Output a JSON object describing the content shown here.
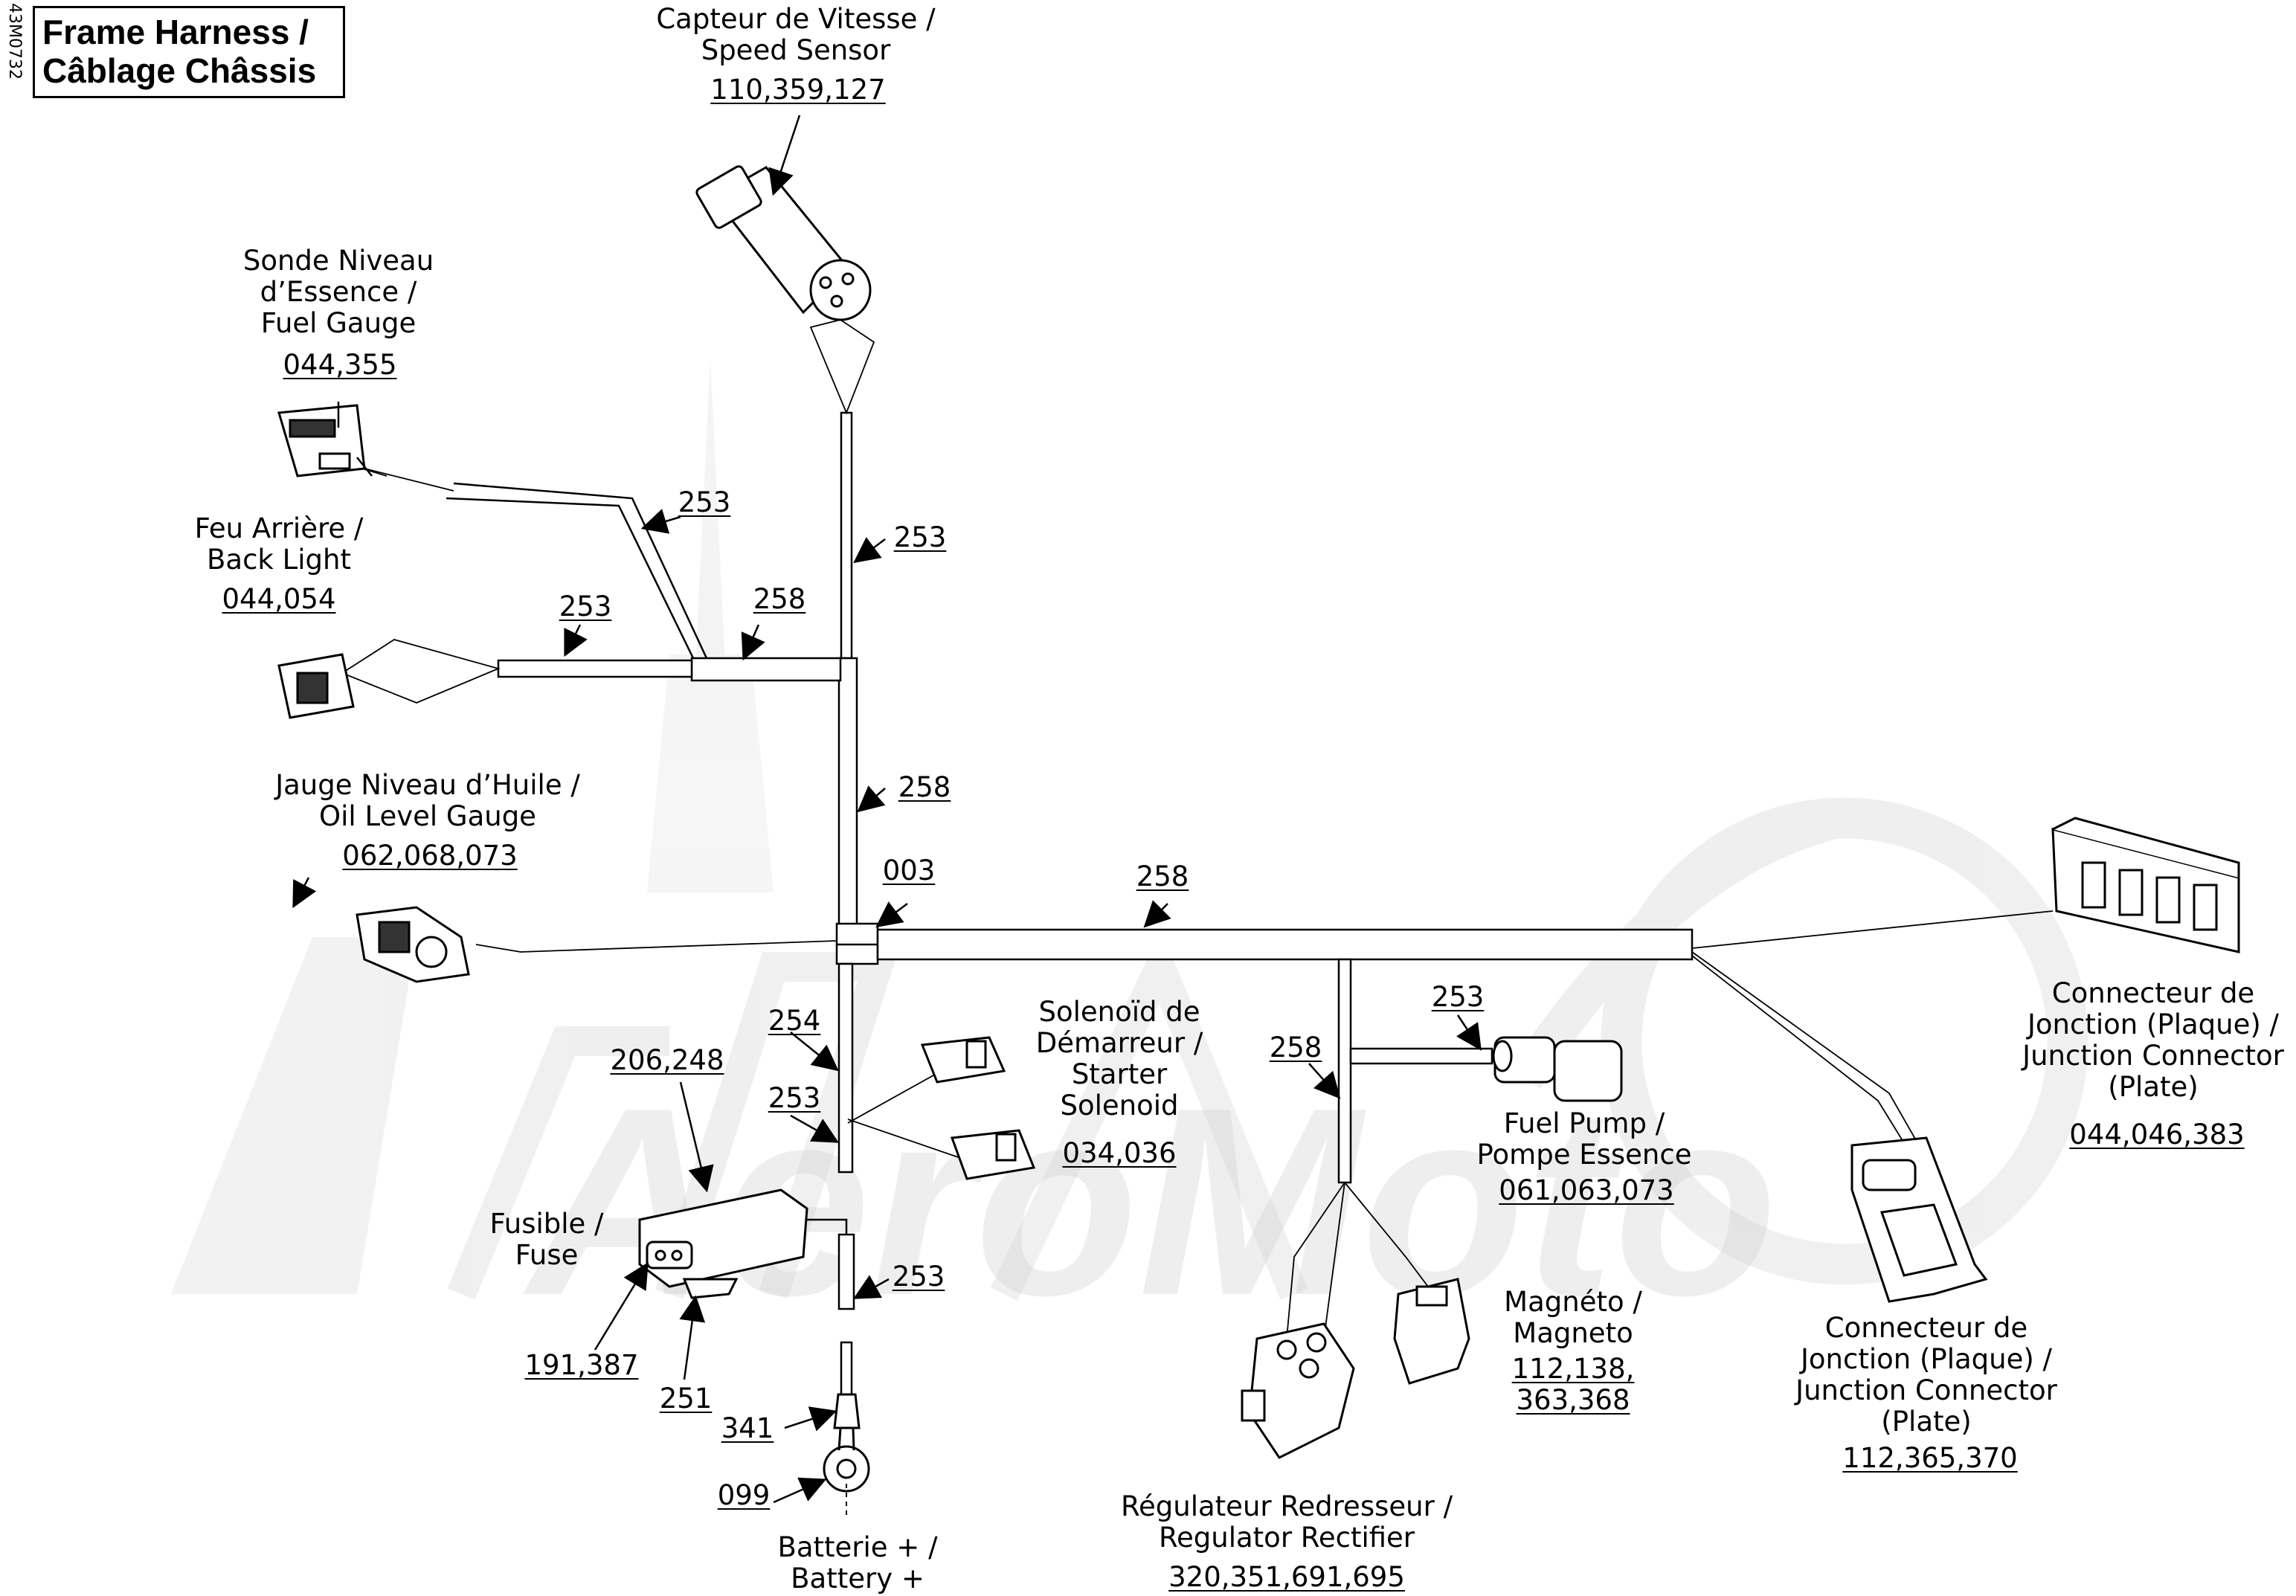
{
  "document_id": "43M0732",
  "title": {
    "line1": "Frame Harness /",
    "line2": "Câblage Châssis"
  },
  "watermark": {
    "text": "AeroMoto"
  },
  "components": {
    "speed_sensor": {
      "name1": "Capteur de Vitesse /",
      "name2": "Speed Sensor",
      "parts": "110,359,127"
    },
    "fuel_gauge": {
      "name1": "Sonde Niveau",
      "name2": "d’Essence /",
      "name3": "Fuel Gauge",
      "parts": "044,355"
    },
    "back_light": {
      "name1": "Feu Arrière /",
      "name2": "Back Light",
      "parts": "044,054"
    },
    "oil_level_gauge": {
      "name1": "Jauge Niveau d’Huile /",
      "name2": "Oil Level Gauge",
      "parts": "062,068,073"
    },
    "starter_solenoid": {
      "name1": "Solenoïd de",
      "name2": "Démarreur /",
      "name3": "Starter",
      "name4": "Solenoid",
      "parts": "034,036"
    },
    "fuse": {
      "name1": "Fusible /",
      "name2": "Fuse",
      "parts_top": "206,248",
      "parts_bottom": "191,387",
      "clip": "251"
    },
    "battery": {
      "name1": "Batterie + /",
      "name2": "Battery +",
      "terminal_cover": "341",
      "ring_terminal": "099"
    },
    "fuel_pump": {
      "name1": "Fuel Pump /",
      "name2": "Pompe Essence",
      "parts": "061,063,073"
    },
    "magneto": {
      "name1": "Magnéto /",
      "name2": "Magneto",
      "parts1": "112,138,",
      "parts2": "363,368"
    },
    "regulator_rectifier": {
      "name1": "Régulateur Redresseur /",
      "name2": "Regulator Rectifier",
      "parts": "320,351,691,695"
    },
    "junction_connector_top": {
      "name1": "Connecteur de",
      "name2": "Jonction (Plaque) /",
      "name3": "Junction Connector",
      "name4": "(Plate)",
      "parts": "044,046,383"
    },
    "junction_connector_bottom": {
      "name1": "Connecteur de",
      "name2": "Jonction (Plaque) /",
      "name3": "Junction Connector",
      "name4": "(Plate)",
      "parts": "112,365,370"
    }
  },
  "callouts": {
    "c253_fuel": "253",
    "c253_back": "253",
    "c258_upper": "258",
    "c253_vertical": "253",
    "c258_vertical": "258",
    "c003": "003",
    "c258_main": "258",
    "c254": "254",
    "c253_solenoid": "253",
    "c253_pump": "253",
    "c258_pump_branch": "258",
    "c253_battery": "253"
  }
}
